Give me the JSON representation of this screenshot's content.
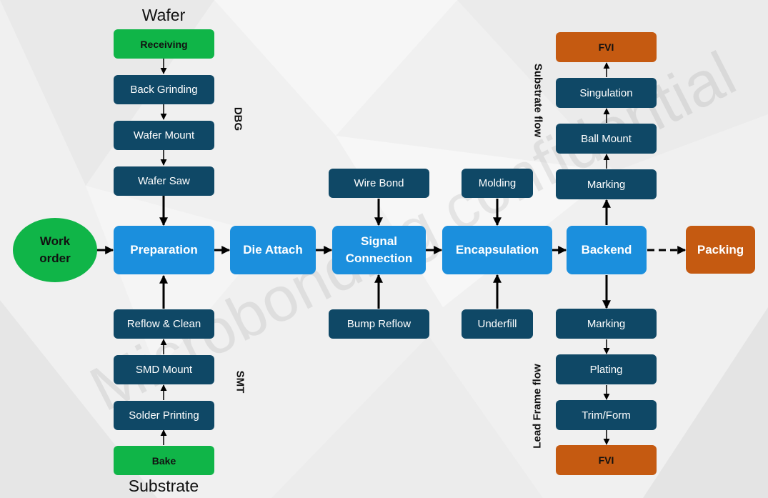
{
  "labels": {
    "wafer": "Wafer",
    "substrate": "Substrate",
    "dbg": "DBG",
    "smt": "SMT",
    "substrate_flow": "Substrate flow",
    "lead_frame_flow": "Lead Frame flow"
  },
  "watermark": "Microbonding confidential",
  "nodes": {
    "work_order": "Work order",
    "receiving": "Receiving",
    "back_grinding": "Back Grinding",
    "wafer_mount": "Wafer Mount",
    "wafer_saw": "Wafer Saw",
    "preparation": "Preparation",
    "reflow_clean": "Reflow & Clean",
    "smd_mount": "SMD Mount",
    "solder_printing": "Solder Printing",
    "bake": "Bake",
    "die_attach": "Die Attach",
    "wire_bond": "Wire Bond",
    "signal_connection": "Signal Connection",
    "bump_reflow": "Bump Reflow",
    "molding": "Molding",
    "encapsulation": "Encapsulation",
    "underfill": "Underfill",
    "fvi_top": "FVI",
    "singulation": "Singulation",
    "ball_mount": "Ball Mount",
    "marking_top": "Marking",
    "backend": "Backend",
    "marking_bottom": "Marking",
    "plating": "Plating",
    "trim_form": "Trim/Form",
    "fvi_bottom": "FVI",
    "packing": "Packing"
  },
  "colors": {
    "dark_box": "#0f4866",
    "main_box": "#1b8fdd",
    "green": "#10b548",
    "orange": "#c55a11"
  }
}
